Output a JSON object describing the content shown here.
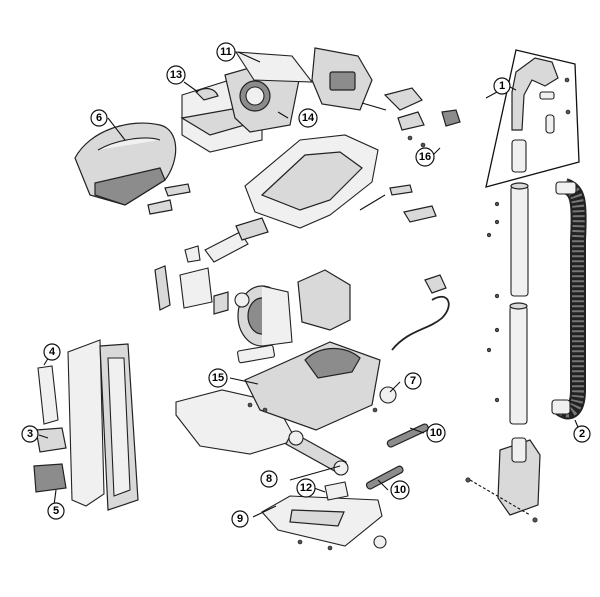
{
  "callouts": [
    {
      "id": "c1",
      "label": "1"
    },
    {
      "id": "c2",
      "label": "2"
    },
    {
      "id": "c3",
      "label": "3"
    },
    {
      "id": "c4",
      "label": "4"
    },
    {
      "id": "c5",
      "label": "5"
    },
    {
      "id": "c6",
      "label": "6"
    },
    {
      "id": "c7",
      "label": "7"
    },
    {
      "id": "c8",
      "label": "8"
    },
    {
      "id": "c9",
      "label": "9"
    },
    {
      "id": "c10a",
      "label": "10"
    },
    {
      "id": "c10b",
      "label": "10"
    },
    {
      "id": "c11",
      "label": "11"
    },
    {
      "id": "c12",
      "label": "12"
    },
    {
      "id": "c13",
      "label": "13"
    },
    {
      "id": "c14",
      "label": "14"
    },
    {
      "id": "c15",
      "label": "15"
    },
    {
      "id": "c16",
      "label": "16"
    }
  ]
}
